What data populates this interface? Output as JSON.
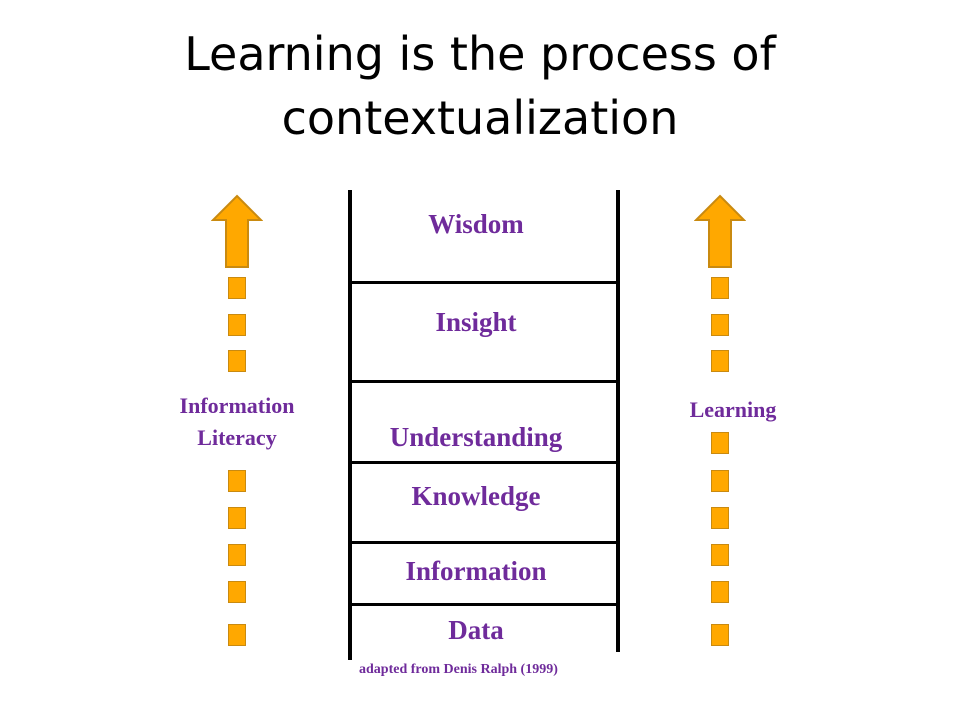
{
  "title": {
    "line1": "Learning is the process of",
    "line2": "contextualization"
  },
  "ladder": {
    "rungs": [
      "Wisdom",
      "Insight",
      "Understanding",
      "Knowledge",
      "Information",
      "Data"
    ]
  },
  "left_side": {
    "label_line1": "Information",
    "label_line2": "Literacy",
    "direction": "up"
  },
  "right_side": {
    "label": "Learning",
    "direction": "up"
  },
  "citation": "adapted from Denis Ralph (1999)",
  "colors": {
    "label_purple": "#6f2b9b",
    "arrow_orange": "#ffa800",
    "arrow_border": "#c98a10",
    "ladder_black": "#000000"
  },
  "icons": {
    "left_arrow": "up-arrow-icon",
    "right_arrow": "up-arrow-icon"
  }
}
